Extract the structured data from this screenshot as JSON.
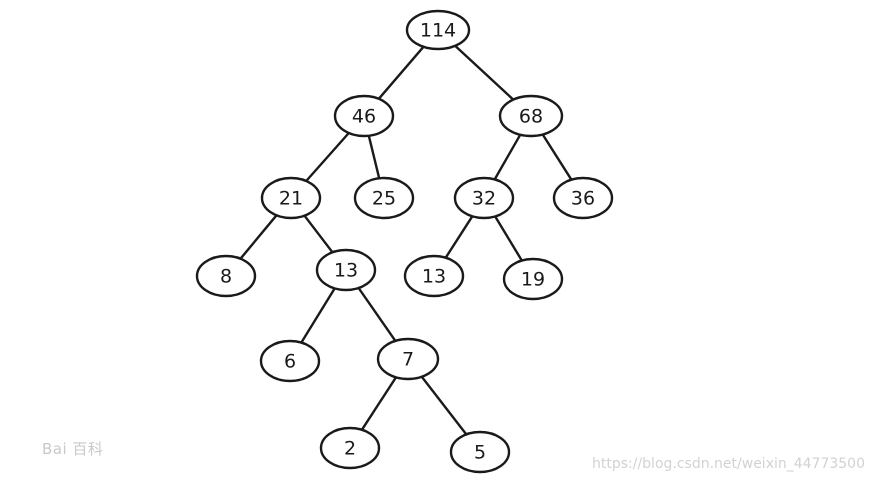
{
  "diagram": {
    "nodes": [
      {
        "id": "n114",
        "label": "114"
      },
      {
        "id": "n46",
        "label": "46"
      },
      {
        "id": "n68",
        "label": "68"
      },
      {
        "id": "n21",
        "label": "21"
      },
      {
        "id": "n25",
        "label": "25"
      },
      {
        "id": "n32",
        "label": "32"
      },
      {
        "id": "n36",
        "label": "36"
      },
      {
        "id": "n8",
        "label": "8"
      },
      {
        "id": "n13a",
        "label": "13"
      },
      {
        "id": "n13b",
        "label": "13"
      },
      {
        "id": "n19",
        "label": "19"
      },
      {
        "id": "n6",
        "label": "6"
      },
      {
        "id": "n7",
        "label": "7"
      },
      {
        "id": "n2",
        "label": "2"
      },
      {
        "id": "n5",
        "label": "5"
      }
    ],
    "edges": [
      [
        "n114",
        "n46"
      ],
      [
        "n114",
        "n68"
      ],
      [
        "n46",
        "n21"
      ],
      [
        "n46",
        "n25"
      ],
      [
        "n68",
        "n32"
      ],
      [
        "n68",
        "n36"
      ],
      [
        "n21",
        "n8"
      ],
      [
        "n21",
        "n13a"
      ],
      [
        "n32",
        "n13b"
      ],
      [
        "n32",
        "n19"
      ],
      [
        "n13a",
        "n6"
      ],
      [
        "n13a",
        "n7"
      ],
      [
        "n7",
        "n2"
      ],
      [
        "n7",
        "n5"
      ]
    ]
  },
  "watermarks": {
    "baidu": "Bai 百科",
    "url": "https://blog.csdn.net/weixin_44773500"
  }
}
